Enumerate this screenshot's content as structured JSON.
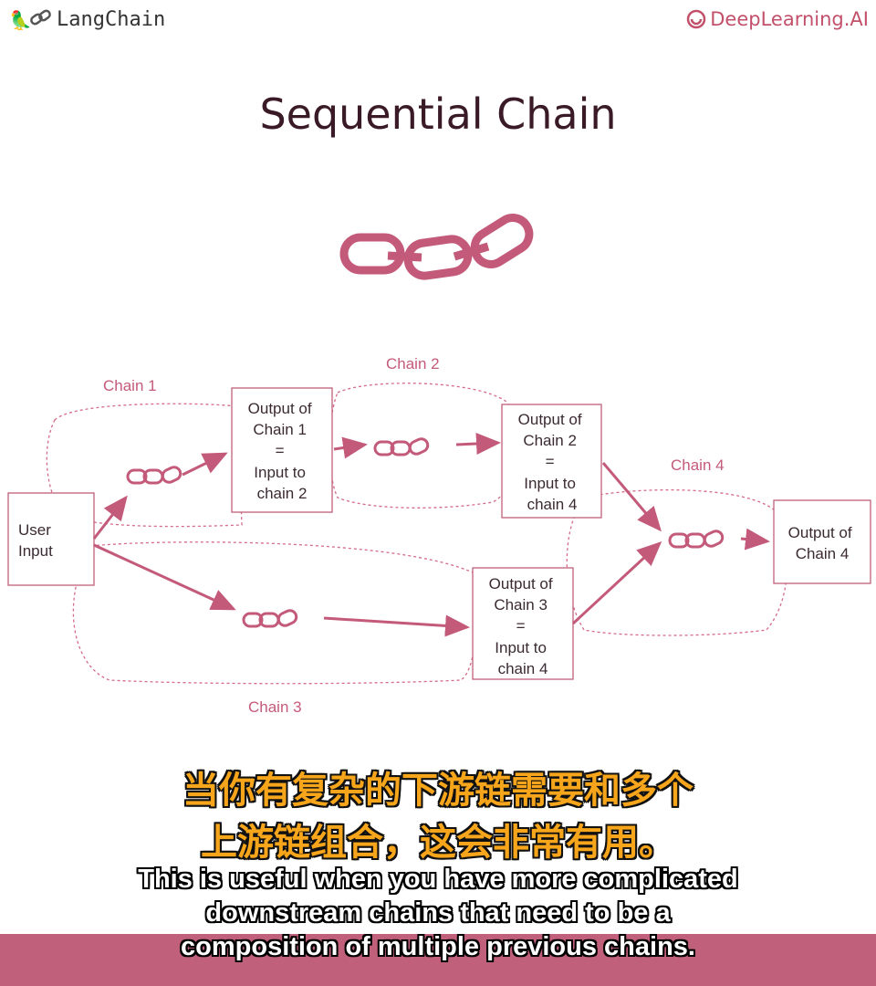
{
  "header": {
    "left_logo_text": "LangChain",
    "right_logo_text": "DeepLearning.AI"
  },
  "title": "Sequential Chain",
  "diagram": {
    "user_input": [
      "User",
      "Input"
    ],
    "output1": [
      "Output of",
      "Chain 1",
      "=",
      "Input to",
      "chain 2"
    ],
    "output2": [
      "Output of",
      "Chain 2",
      "=",
      "Input to",
      "chain 4"
    ],
    "output3": [
      "Output of",
      "Chain 3",
      "=",
      "Input to",
      "chain 4"
    ],
    "output4": [
      "Output of",
      "Chain 4"
    ],
    "chain_labels": {
      "chain1": "Chain 1",
      "chain2": "Chain 2",
      "chain3": "Chain 3",
      "chain4": "Chain 4"
    }
  },
  "subtitles": {
    "cn_line1": "当你有复杂的下游链需要和多个",
    "cn_line2": "上游链组合，这会非常有用。",
    "en_line1": "This is useful when you have more complicated",
    "en_line2": "downstream chains that need to be a",
    "en_line3": "composition of multiple previous chains."
  },
  "colors": {
    "accent": "#c2506a",
    "arrow": "#c45a7a",
    "chain_icon": "#c45a7a",
    "subtitle_cn": "#f7a51b",
    "subtitle_band": "#c0607a"
  }
}
